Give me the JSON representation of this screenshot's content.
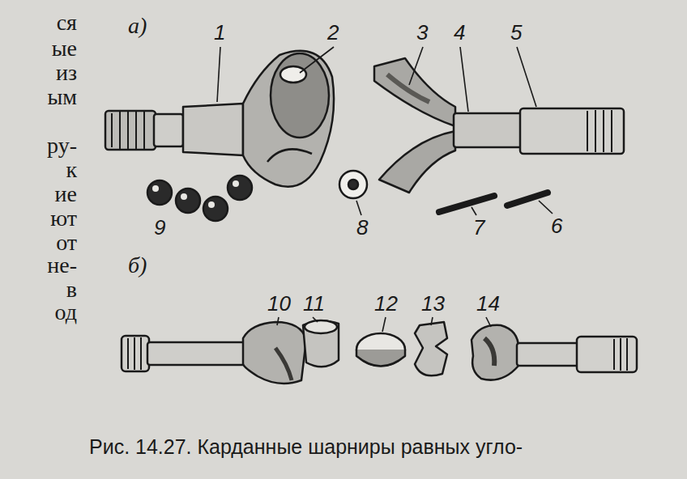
{
  "diagram": {
    "caption": "Рис. 14.27. Карданные шарниры равных угло-",
    "labels": [
      "ся",
      "ые",
      "из",
      "ым",
      "ру-",
      "к",
      "ие",
      "ют",
      "от",
      "не-",
      "в",
      "од",
      "а)",
      "1",
      "2",
      "3",
      "4",
      "5",
      "9",
      "8",
      "7",
      "6",
      "б)",
      "10",
      "11",
      "12",
      "13",
      "14"
    ]
  }
}
